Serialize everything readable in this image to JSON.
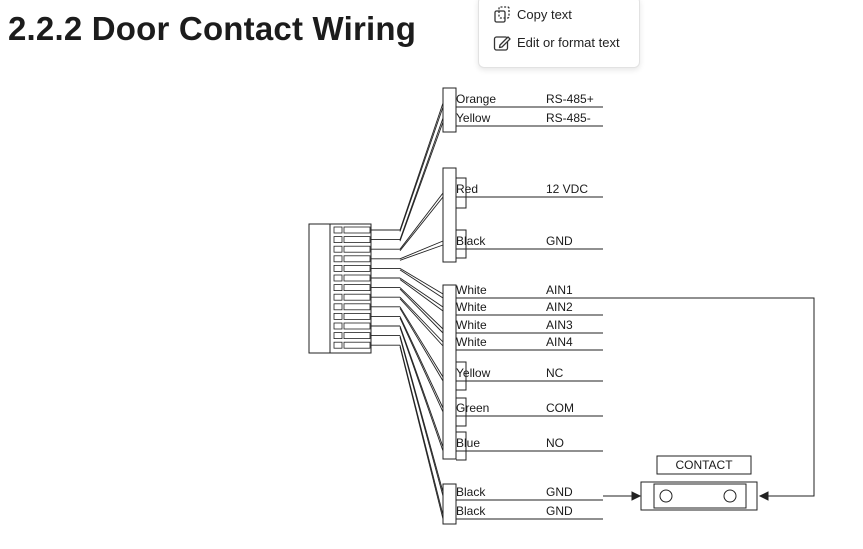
{
  "heading": "2.2.2 Door Contact Wiring",
  "context_menu": {
    "items": [
      {
        "label": "Copy text",
        "icon": "copy-text-icon"
      },
      {
        "label": "Edit or format text",
        "icon": "edit-text-icon"
      }
    ]
  },
  "wires": [
    {
      "color": "Orange",
      "signal": "RS-485+"
    },
    {
      "color": "Yellow",
      "signal": "RS-485-"
    },
    {
      "color": "Red",
      "signal": "12 VDC"
    },
    {
      "color": "Black",
      "signal": "GND"
    },
    {
      "color": "White",
      "signal": "AIN1"
    },
    {
      "color": "White",
      "signal": "AIN2"
    },
    {
      "color": "White",
      "signal": "AIN3"
    },
    {
      "color": "White",
      "signal": "AIN4"
    },
    {
      "color": "Yellow",
      "signal": "NC"
    },
    {
      "color": "Green",
      "signal": "COM"
    },
    {
      "color": "Blue",
      "signal": "NO"
    },
    {
      "color": "Black",
      "signal": "GND"
    },
    {
      "color": "Black",
      "signal": "GND"
    }
  ],
  "contact_label": "CONTACT",
  "style": {
    "line_color": "#222222",
    "text_color": "#1a1a1a",
    "heading_color": "#1c1c1c"
  }
}
